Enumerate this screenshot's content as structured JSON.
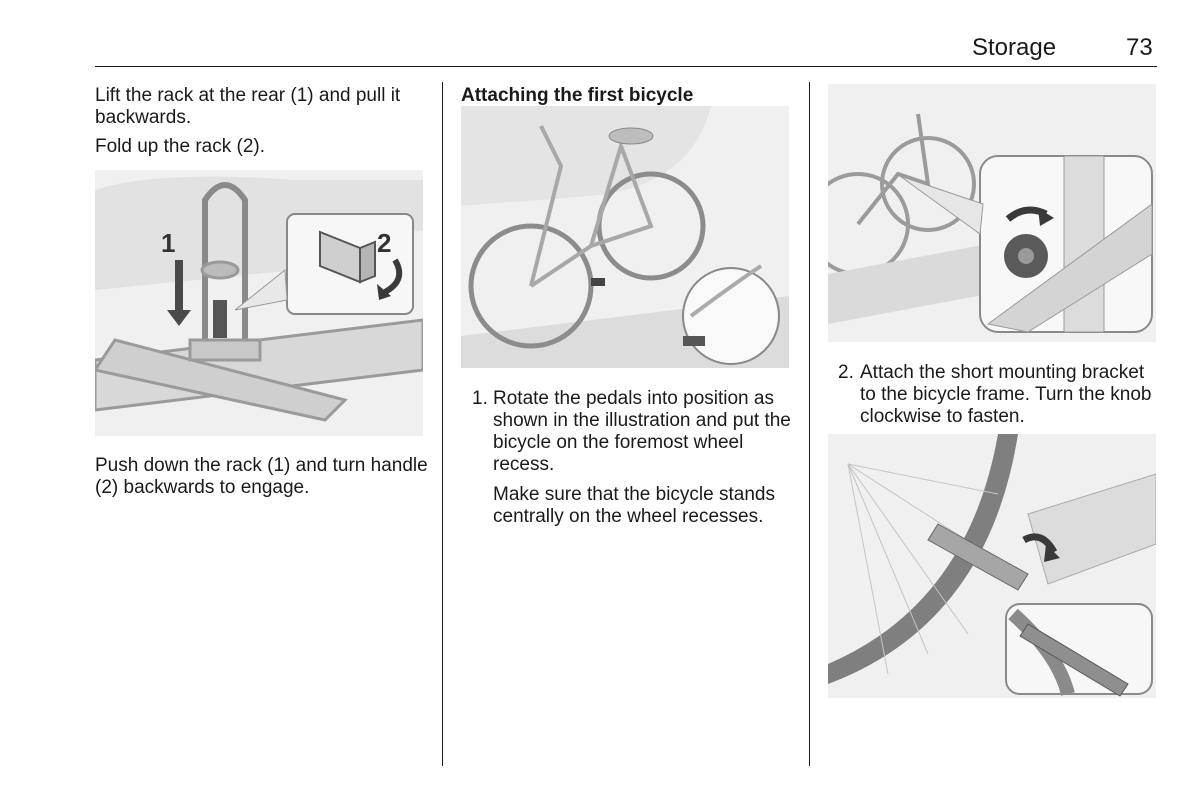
{
  "header": {
    "section": "Storage",
    "page": "73"
  },
  "column1": {
    "para1": "Lift the rack at the rear (1) and pull it backwards.",
    "para2": "Fold up the rack (2).",
    "figure_callouts": [
      "1",
      "2"
    ],
    "para3": "Push down the rack (1) and turn handle (2) backwards to engage."
  },
  "column2": {
    "heading": "Attaching the first bicycle",
    "step1_num": "1.",
    "step1_text": "Rotate the pedals into position as shown in the illustration and put the bicycle on the foremost wheel recess.",
    "step1_note": "Make sure that the bicycle stands centrally on the wheel recesses."
  },
  "column3": {
    "step2_num": "2.",
    "step2_text": "Attach the short mounting bracket to the bicycle frame. Turn the knob clockwise to fasten."
  }
}
